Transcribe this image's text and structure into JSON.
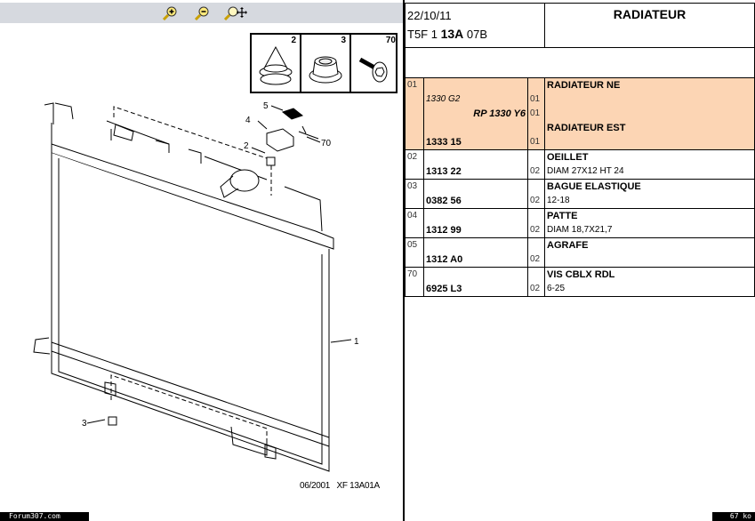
{
  "toolbar": {
    "zoom_in": "zoom-in-icon",
    "zoom_out": "zoom-out-icon",
    "pan": "zoom-pan-icon"
  },
  "thumbnails": [
    {
      "num": "2"
    },
    {
      "num": "3"
    },
    {
      "num": "70"
    }
  ],
  "callouts": {
    "c1": "1",
    "c2": "2",
    "c3": "3",
    "c4": "4",
    "c5": "5",
    "c70": "70"
  },
  "diagram_ref": "06/2001   XF 13A01A",
  "footer": {
    "site": "Forum307.com",
    "size": "67 ko"
  },
  "header": {
    "date": "22/10/11",
    "code_pre": "T5F 1 ",
    "code_bold": "13A",
    "code_post": " 07B",
    "title": "RADIATEUR"
  },
  "row01": {
    "num": "01",
    "alt1": "1330 G2",
    "alt1_qty": "01",
    "alt2": "RP 1330 Y6",
    "alt2_qty": "01",
    "ref": "1333 15",
    "qty": "01",
    "name1": "RADIATEUR NE",
    "name2": "RADIATEUR EST",
    "highlight": "#fcd5b4"
  },
  "parts": [
    {
      "num": "02",
      "ref": "1313 22",
      "qty": "02",
      "name": "OEILLET",
      "desc": "DIAM 27X12 HT 24"
    },
    {
      "num": "03",
      "ref": "0382 56",
      "qty": "02",
      "name": "BAGUE ELASTIQUE",
      "desc": "12-18"
    },
    {
      "num": "04",
      "ref": "1312 99",
      "qty": "02",
      "name": "PATTE",
      "desc": "DIAM 18,7X21,7"
    },
    {
      "num": "05",
      "ref": "1312 A0",
      "qty": "02",
      "name": "AGRAFE",
      "desc": ""
    },
    {
      "num": "70",
      "ref": "6925 L3",
      "qty": "02",
      "name": "VIS CBLX RDL",
      "desc": "6-25"
    }
  ]
}
